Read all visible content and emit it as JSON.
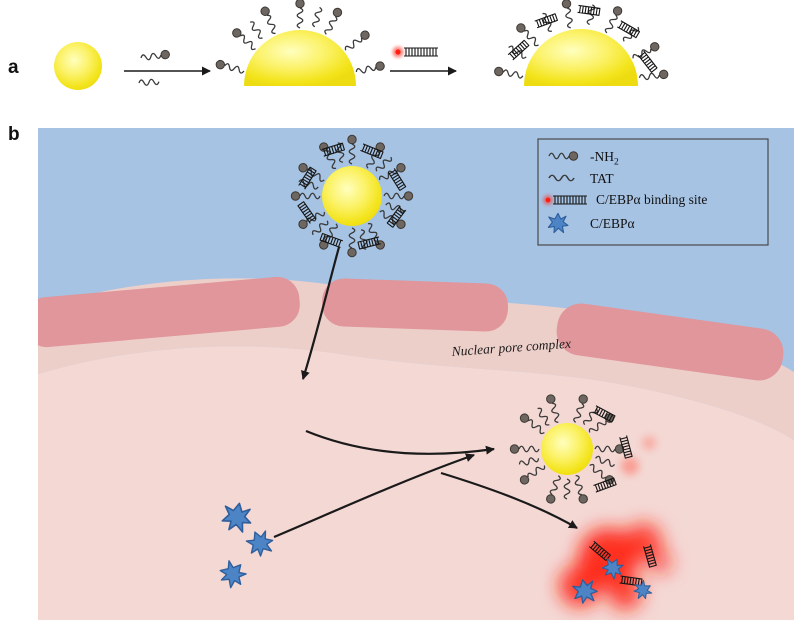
{
  "figure": {
    "panel_a_label": "a",
    "panel_b_label": "b",
    "pore_label": "Nuclear pore complex"
  },
  "legend": {
    "items": [
      {
        "icon": "amine-icon",
        "label_prefix": "-NH",
        "label_sub": "2"
      },
      {
        "icon": "tat-icon",
        "label": "TAT"
      },
      {
        "icon": "binding-site-icon",
        "label": "C/EBPα binding site"
      },
      {
        "icon": "cebpa-icon",
        "label": "C/EBPα"
      }
    ]
  },
  "colors": {
    "background": "#ffffff",
    "cytoplasm_blue": "#a6c3e4",
    "nucleus_pink": "#f4d8d4",
    "envelope_band_pink": "#edcfca",
    "pore_segment_rose": "#e0969a",
    "nanoparticle_yellow": "#f6e83e",
    "cebpa_blue": "#4d84c6",
    "fluorescence_red": "#ff2012",
    "line_dark": "#1a1a1a"
  }
}
